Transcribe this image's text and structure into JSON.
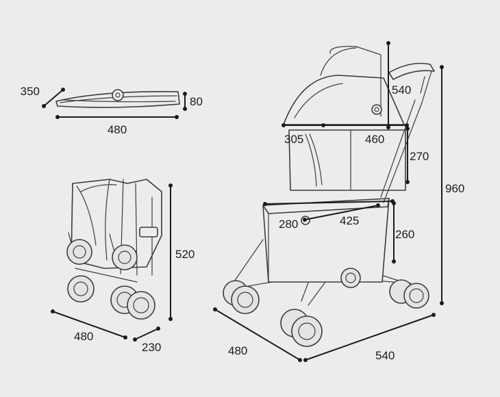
{
  "dimensions": {
    "fold_flat": {
      "depth": "350",
      "height": "80",
      "length": "480"
    },
    "folded": {
      "height": "520",
      "length": "480",
      "width": "230"
    },
    "open": {
      "canopy_height": "540",
      "top_depth": "305",
      "top_width": "460",
      "top_height": "270",
      "overall_height": "960",
      "base_depth": "280",
      "base_width": "425",
      "base_height": "260",
      "length": "540",
      "width": "480"
    }
  },
  "colors": {
    "background": "#ececec",
    "line": "#1b1b1b",
    "drawing": "#3b3b3b"
  }
}
